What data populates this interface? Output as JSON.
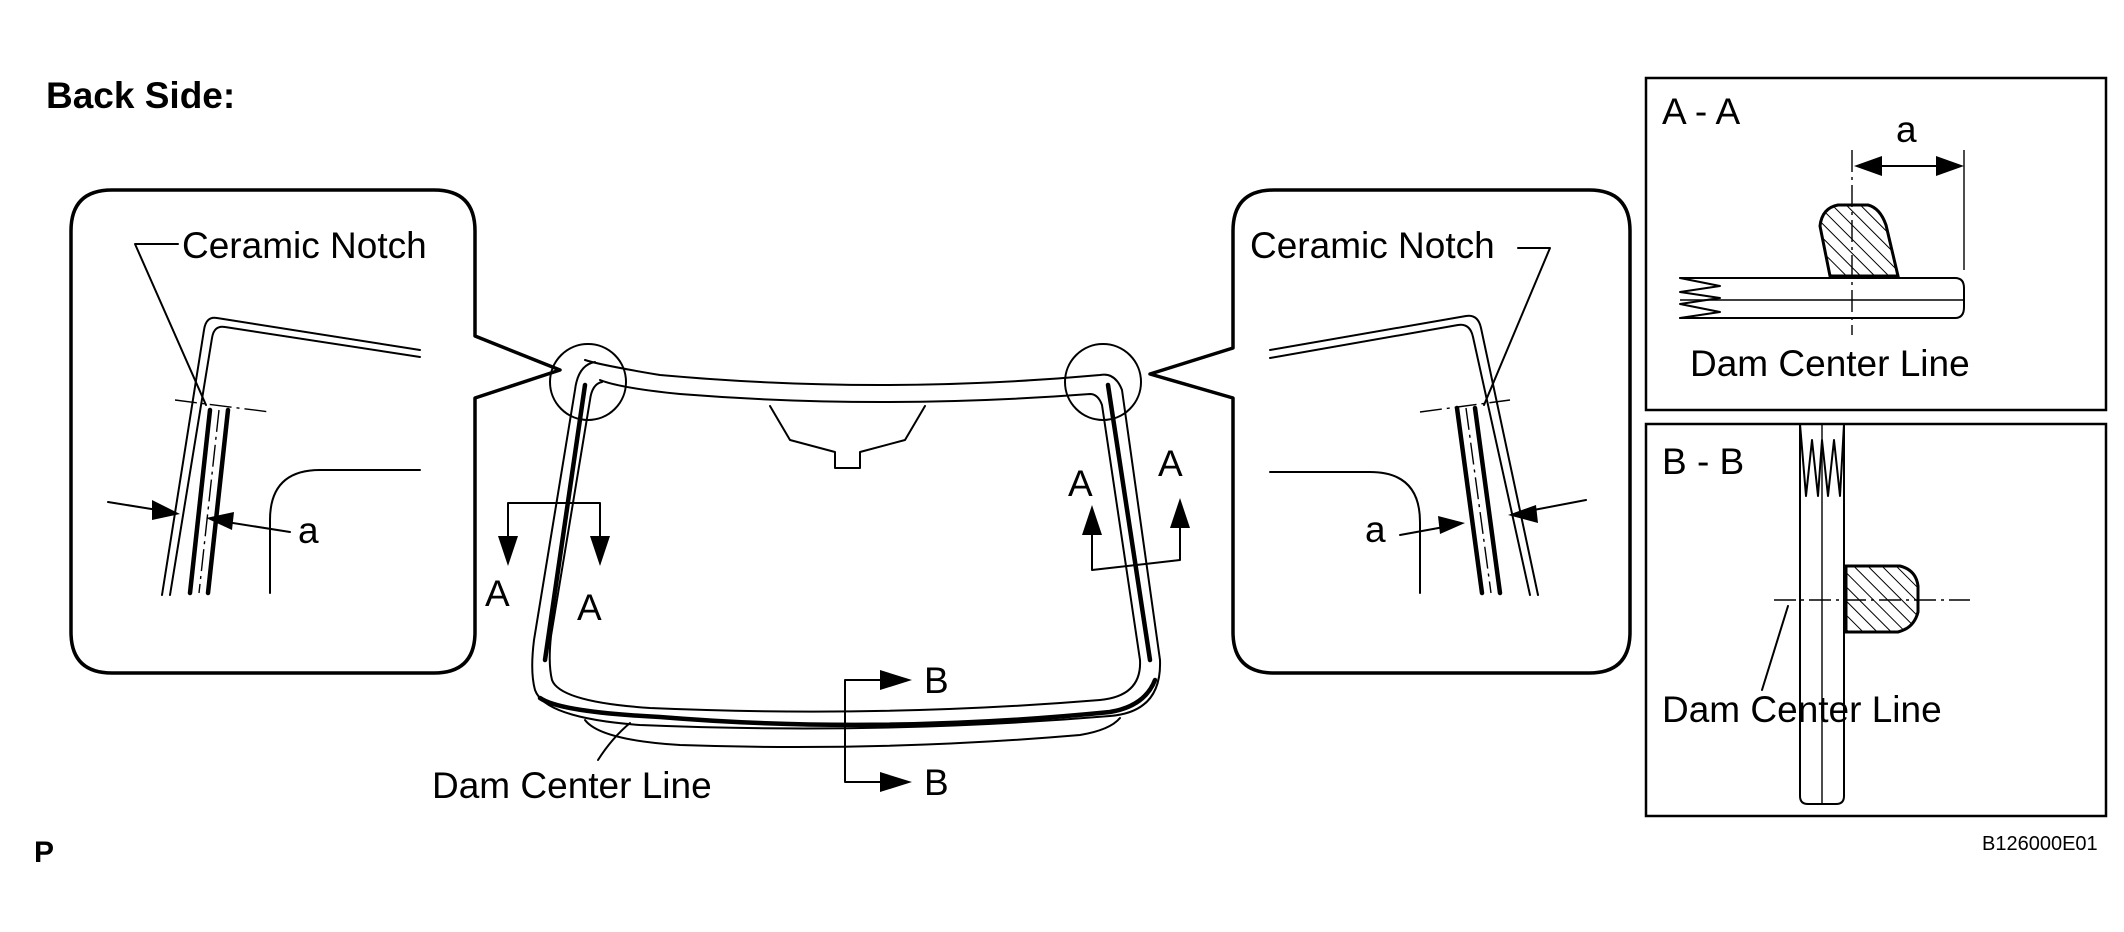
{
  "heading": "Back Side:",
  "corner_label": "P",
  "figure_code": "B126000E01",
  "callouts": {
    "ceramic_notch": "Ceramic Notch",
    "dimension_a": "a",
    "dam_center_line": "Dam Center Line"
  },
  "section_markers": {
    "a": "A",
    "b": "B"
  },
  "section_views": {
    "aa_title": "A - A",
    "aa_dimension": "a",
    "aa_caption": "Dam Center Line",
    "bb_title": "B - B",
    "bb_caption": "Dam Center Line"
  }
}
